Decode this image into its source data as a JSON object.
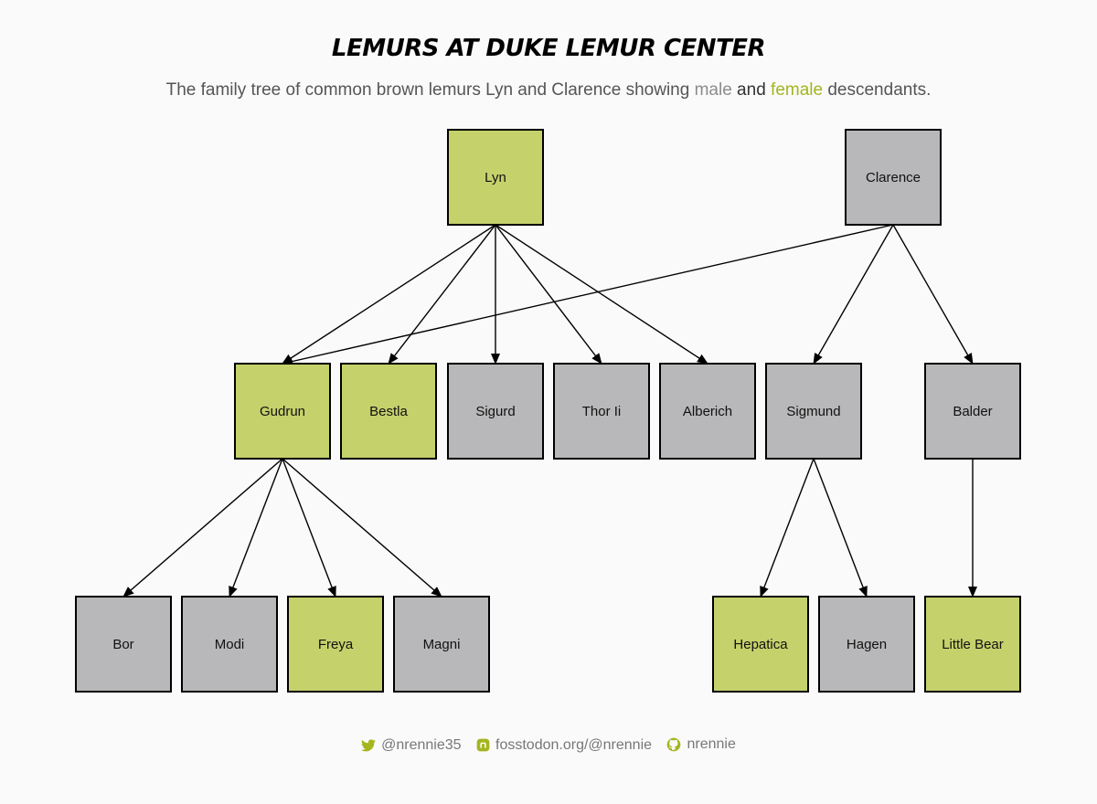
{
  "title": "Lemurs at Duke Lemur Center",
  "subtitle": {
    "prefix": "The family tree of common brown lemurs Lyn and Clarence showing ",
    "male": "male",
    "and": " and ",
    "female": "female",
    "suffix": " descendants."
  },
  "colors": {
    "female": "#c5d16b",
    "male": "#b8b8ba",
    "accent_female_text": "#a4b51e",
    "edge": "#000000"
  },
  "tree": {
    "nodes": [
      {
        "id": "lyn",
        "label": "Lyn",
        "sex": "female",
        "generation": 0
      },
      {
        "id": "clarence",
        "label": "Clarence",
        "sex": "male",
        "generation": 0
      },
      {
        "id": "gudrun",
        "label": "Gudrun",
        "sex": "female",
        "generation": 1
      },
      {
        "id": "bestla",
        "label": "Bestla",
        "sex": "female",
        "generation": 1
      },
      {
        "id": "sigurd",
        "label": "Sigurd",
        "sex": "male",
        "generation": 1
      },
      {
        "id": "thor",
        "label": "Thor Ii",
        "sex": "male",
        "generation": 1
      },
      {
        "id": "alberich",
        "label": "Alberich",
        "sex": "male",
        "generation": 1
      },
      {
        "id": "sigmund",
        "label": "Sigmund",
        "sex": "male",
        "generation": 1
      },
      {
        "id": "balder",
        "label": "Balder",
        "sex": "male",
        "generation": 1
      },
      {
        "id": "bor",
        "label": "Bor",
        "sex": "male",
        "generation": 2
      },
      {
        "id": "modi",
        "label": "Modi",
        "sex": "male",
        "generation": 2
      },
      {
        "id": "freya",
        "label": "Freya",
        "sex": "female",
        "generation": 2
      },
      {
        "id": "magni",
        "label": "Magni",
        "sex": "male",
        "generation": 2
      },
      {
        "id": "hepatica",
        "label": "Hepatica",
        "sex": "female",
        "generation": 2
      },
      {
        "id": "hagen",
        "label": "Hagen",
        "sex": "male",
        "generation": 2
      },
      {
        "id": "littlebear",
        "label": "Little Bear",
        "sex": "female",
        "generation": 2
      }
    ],
    "edges": [
      {
        "from": "lyn",
        "to": "gudrun"
      },
      {
        "from": "lyn",
        "to": "bestla"
      },
      {
        "from": "lyn",
        "to": "sigurd"
      },
      {
        "from": "lyn",
        "to": "thor"
      },
      {
        "from": "lyn",
        "to": "alberich"
      },
      {
        "from": "clarence",
        "to": "gudrun"
      },
      {
        "from": "clarence",
        "to": "sigmund"
      },
      {
        "from": "clarence",
        "to": "balder"
      },
      {
        "from": "gudrun",
        "to": "bor"
      },
      {
        "from": "gudrun",
        "to": "modi"
      },
      {
        "from": "gudrun",
        "to": "freya"
      },
      {
        "from": "gudrun",
        "to": "magni"
      },
      {
        "from": "sigmund",
        "to": "hepatica"
      },
      {
        "from": "sigmund",
        "to": "hagen"
      },
      {
        "from": "balder",
        "to": "littlebear"
      }
    ]
  },
  "footer": {
    "twitter_icon": "twitter-icon",
    "twitter": "@nrennie35",
    "mastodon_icon": "mastodon-icon",
    "mastodon": "fosstodon.org/@nrennie",
    "github_icon": "github-icon",
    "github": "nrennie"
  }
}
